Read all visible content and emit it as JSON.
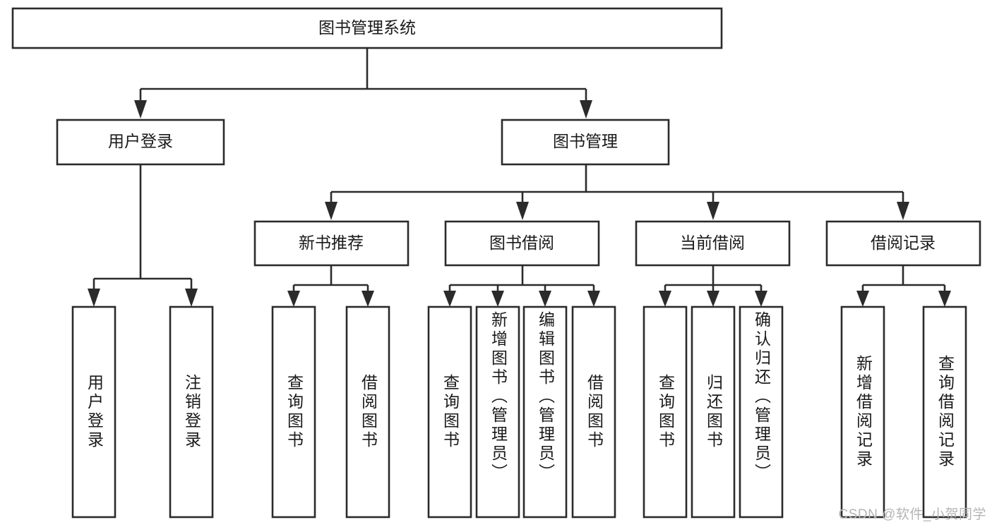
{
  "diagram": {
    "title": "图书管理系统",
    "type": "tree",
    "watermark": "CSDN @软件_小贺同学",
    "colors": {
      "box_stroke": "#2b2b2b",
      "box_fill": "#ffffff",
      "text": "#1a1a1a",
      "watermark": "#b4b4b4",
      "background": "#ffffff"
    },
    "root": {
      "label": "图书管理系统"
    },
    "level2": [
      {
        "label": "用户登录"
      },
      {
        "label": "图书管理"
      }
    ],
    "level3": [
      {
        "label": "新书推荐"
      },
      {
        "label": "图书借阅"
      },
      {
        "label": "当前借阅"
      },
      {
        "label": "借阅记录"
      }
    ],
    "leaves": {
      "user_login": [
        {
          "label": "用户登录"
        },
        {
          "label": "注销登录"
        }
      ],
      "new_book_recommend": [
        {
          "label": "查询图书"
        },
        {
          "label": "借阅图书"
        }
      ],
      "book_borrow": [
        {
          "label": "查询图书"
        },
        {
          "label": "新增图书（管理员）"
        },
        {
          "label": "编辑图书（管理员）"
        },
        {
          "label": "借阅图书"
        }
      ],
      "current_borrow": [
        {
          "label": "查询图书"
        },
        {
          "label": "归还图书"
        },
        {
          "label": "确认归还（管理员）"
        }
      ],
      "borrow_record": [
        {
          "label": "新增借阅记录"
        },
        {
          "label": "查询借阅记录"
        }
      ]
    }
  }
}
